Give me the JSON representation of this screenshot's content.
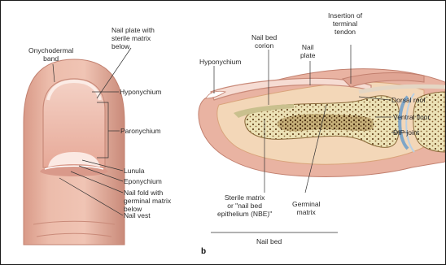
{
  "panel_a": {
    "onychodermal_band": [
      "Onychodermal",
      "band"
    ],
    "nail_plate": [
      "Nail plate with",
      "sterile matrix",
      "below"
    ],
    "hyponychium": "Hyponychium",
    "paronychium": "Paronychium",
    "lunula": "Lunula",
    "eponychium": "Eponychium",
    "nail_fold": [
      "Nail fold with",
      "germinal matrix",
      "below"
    ],
    "nail_vest": "Nail vest"
  },
  "panel_b": {
    "marker": "b",
    "hyponychium": "Hyponychium",
    "nail_bed_corium": [
      "Nail bed",
      "corion"
    ],
    "nail_plate": [
      "Nail",
      "plate"
    ],
    "insertion": [
      "Insertion of",
      "terminal",
      "tendon"
    ],
    "dorsal_roof": "Dorsal roof",
    "ventral_floor": "Ventral floor",
    "dip_joint": "DIP joint",
    "sterile_matrix": [
      "Sterile matrix",
      "or \"nail bed",
      "epithelium (NBE)\""
    ],
    "germinal_matrix": [
      "Germinal",
      "matrix"
    ],
    "nail_bed": "Nail bed"
  },
  "colors": {
    "skin": "#e9b3a2",
    "skin_dark": "#c98a79",
    "nail": "#f6dcd3",
    "bone": "#ece2b6",
    "bone_dots": "#6b4a25",
    "sterile": "#c9c08e",
    "joint_blue": "#7fa6c8"
  }
}
